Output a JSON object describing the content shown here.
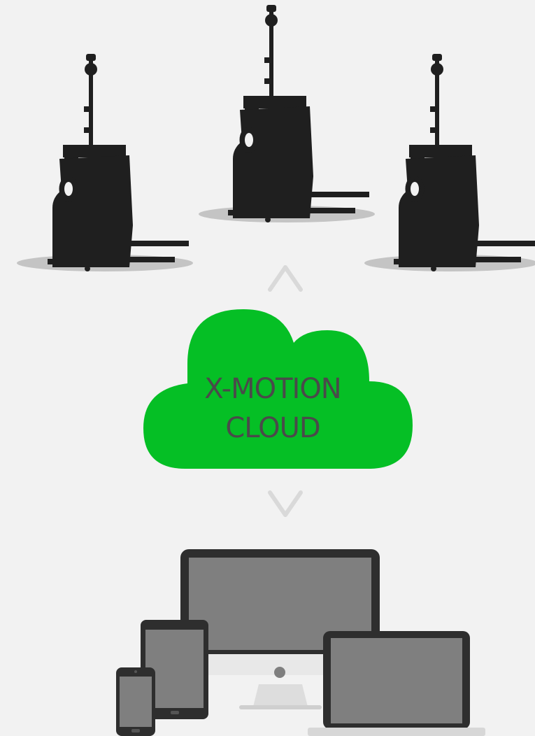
{
  "cloud": {
    "line1": "X-MOTION",
    "line2": "CLOUD",
    "color": "#05bf25",
    "text_color": "#4a4a4a"
  },
  "arrows": {
    "up_icon": "chevron-up-icon",
    "down_icon": "chevron-down-icon",
    "color": "#d9d9d9"
  },
  "vehicles": {
    "icon": "forklift-robot-icon",
    "count": 3,
    "silhouette_color": "#1f1f1f",
    "shadow_color": "#c4c4c4"
  },
  "devices": {
    "icons": [
      "desktop-monitor-icon",
      "tablet-icon",
      "smartphone-icon",
      "laptop-icon"
    ],
    "screen_color": "#7f7f7f",
    "bezel_color": "#2e2e2e"
  },
  "background": "#f2f2f2"
}
